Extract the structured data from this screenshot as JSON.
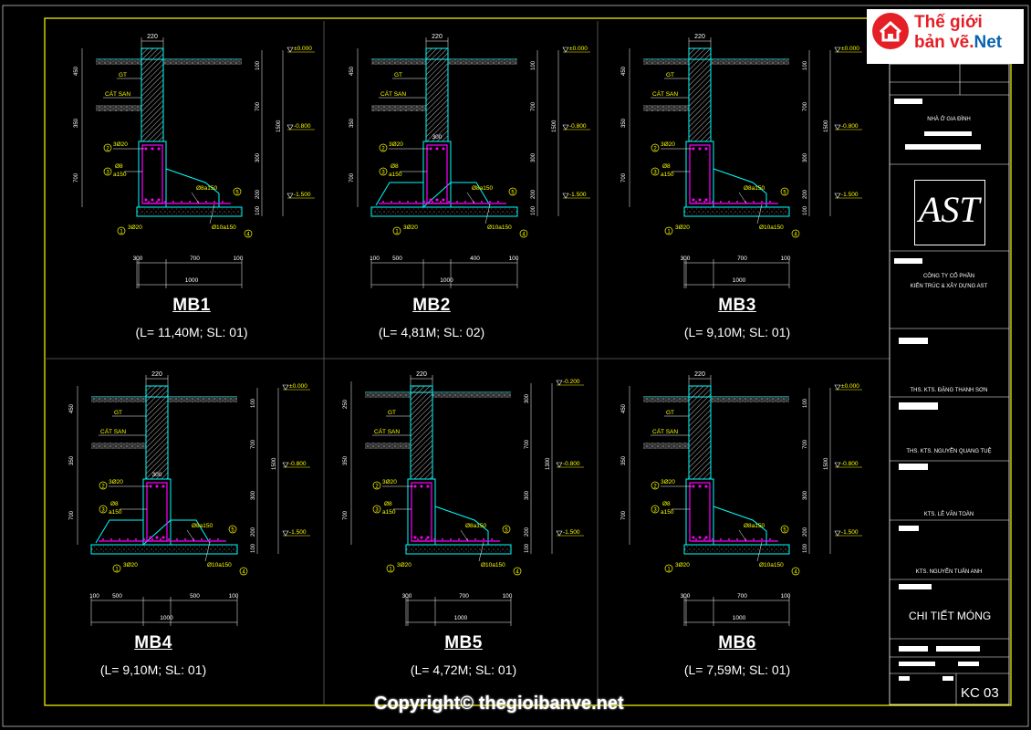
{
  "drawings": [
    {
      "id": "MB1",
      "title": "MB1",
      "subtitle": "(L= 11,40M; SL: 01)",
      "variant": "A",
      "dims": {
        "top": "220",
        "bot1": "300",
        "bot2": "700",
        "bot3": "100",
        "total": "1000",
        "left1": "450",
        "left2": "350",
        "left3": "700",
        "rh1": "100",
        "rh2": "700",
        "rh3": "300",
        "rh4": "200",
        "rh5": "100",
        "total_h": "1500"
      },
      "levels": [
        "±0.000",
        "-0.800",
        "-1.500"
      ],
      "labels": {
        "gt": "GT",
        "cat": "CÁT SAN",
        "r1": "3Ø20",
        "r2": "3Ø20",
        "r3a": "Ø8",
        "r3b": "a150",
        "r4": "Ø10a150",
        "r5": "Ø8a150"
      }
    },
    {
      "id": "MB2",
      "title": "MB2",
      "subtitle": "(L= 4,81M; SL: 02)",
      "variant": "B",
      "dims": {
        "top": "220",
        "bot1": "500",
        "bot2": "400",
        "bot3": "100",
        "bot0": "100",
        "total": "1000",
        "left1": "450",
        "left2": "350",
        "left3": "700",
        "rh1": "100",
        "rh2": "700",
        "rh3": "300",
        "rh4": "200",
        "rh5": "100",
        "total_h": "1500",
        "mid": "300"
      },
      "levels": [
        "±0.000",
        "-0.800",
        "-1.500"
      ],
      "labels": {
        "gt": "GT",
        "cat": "CÁT SAN",
        "r1": "3Ø20",
        "r2": "3Ø20",
        "r3a": "Ø8",
        "r3b": "a150",
        "r4": "Ø10a150",
        "r5": "Ø8a150"
      }
    },
    {
      "id": "MB3",
      "title": "MB3",
      "subtitle": "(L= 9,10M; SL: 01)",
      "variant": "A",
      "dims": {
        "top": "220",
        "bot1": "300",
        "bot2": "700",
        "bot3": "100",
        "total": "1000",
        "left1": "450",
        "left2": "350",
        "left3": "700",
        "rh1": "100",
        "rh2": "700",
        "rh3": "300",
        "rh4": "200",
        "rh5": "100",
        "total_h": "1500"
      },
      "levels": [
        "±0.000",
        "-0.800",
        "-1.500"
      ],
      "labels": {
        "gt": "GT",
        "cat": "CÁT SAN",
        "r1": "3Ø20",
        "r2": "3Ø20",
        "r3a": "Ø8",
        "r3b": "a150",
        "r4": "Ø10a150",
        "r5": "Ø8a150"
      }
    },
    {
      "id": "MB4",
      "title": "MB4",
      "subtitle": "(L= 9,10M; SL: 01)",
      "variant": "B",
      "dims": {
        "top": "220",
        "bot1": "500",
        "bot2": "500",
        "bot3": "100",
        "bot0": "100",
        "total": "1000",
        "left1": "450",
        "left2": "350",
        "left3": "700",
        "rh1": "100",
        "rh2": "700",
        "rh3": "300",
        "rh4": "200",
        "rh5": "100",
        "total_h": "1500",
        "mid": "300"
      },
      "levels": [
        "±0.000",
        "-0.800",
        "-1.500"
      ],
      "labels": {
        "gt": "GT",
        "cat": "CÁT SAN",
        "r1": "3Ø20",
        "r2": "3Ø20",
        "r3a": "Ø8",
        "r3b": "a150",
        "r4": "Ø10a150",
        "r5": "Ø8a150"
      }
    },
    {
      "id": "MB5",
      "title": "MB5",
      "subtitle": "(L= 4,72M; SL: 01)",
      "variant": "C",
      "dims": {
        "top": "220",
        "bot1": "300",
        "bot2": "700",
        "bot3": "100",
        "total": "1000",
        "left1": "250",
        "left2": "350",
        "left3": "700",
        "rh1": "300",
        "rh2": "700",
        "rh3": "300",
        "rh4": "200",
        "rh5": "100",
        "total_h": "1300"
      },
      "levels": [
        "-0.200",
        "-0.800",
        "-1.500"
      ],
      "labels": {
        "gt": "GT",
        "cat": "CÁT SAN",
        "r1": "3Ø20",
        "r2": "3Ø20",
        "r3a": "Ø8",
        "r3b": "a150",
        "r4": "Ø10a150",
        "r5": "Ø8a150"
      }
    },
    {
      "id": "MB6",
      "title": "MB6",
      "subtitle": "(L= 7,59M; SL: 01)",
      "variant": "A",
      "dims": {
        "top": "220",
        "bot1": "300",
        "bot2": "700",
        "bot3": "100",
        "total": "1000",
        "left1": "450",
        "left2": "350",
        "left3": "700",
        "rh1": "100",
        "rh2": "700",
        "rh3": "300",
        "rh4": "200",
        "rh5": "100",
        "total_h": "1500"
      },
      "levels": [
        "±0.000",
        "-0.800",
        "-1.500"
      ],
      "labels": {
        "gt": "GT",
        "cat": "CÁT SAN",
        "r1": "3Ø20",
        "r2": "3Ø20",
        "r3a": "Ø8",
        "r3b": "a150",
        "r4": "Ø10a150",
        "r5": "Ø8a150"
      }
    }
  ],
  "title_block": {
    "project": "NHÀ Ở GIA ĐÌNH",
    "company_l1": "CÔNG TY CỔ PHẦN",
    "company_l2": "KIẾN TRÚC & XÂY DỰNG AST",
    "person1": "THS. KTS. ĐẶNG THANH SƠN",
    "person2": "THS. KTS. NGUYỄN QUANG TUỆ",
    "person3": "KTS. LÊ VĂN TOÀN",
    "person4": "KTS. NGUYỄN TUẤN ANH",
    "drawing_name": "CHI TIẾT MÓNG",
    "sheet": "KC 03",
    "ast_logo": "AST"
  },
  "logo": {
    "line1": "Thế giới",
    "line2a": "bản vẽ.",
    "line2b": "Net"
  },
  "copyright": "Copyright© thegioibanve.net",
  "colors": {
    "frame": "#ffff00",
    "section": "#00ffff",
    "rebar": "#ff00ff",
    "dim": "#ffffff",
    "label": "#ffff00",
    "hatch": "#aaaaaa"
  }
}
